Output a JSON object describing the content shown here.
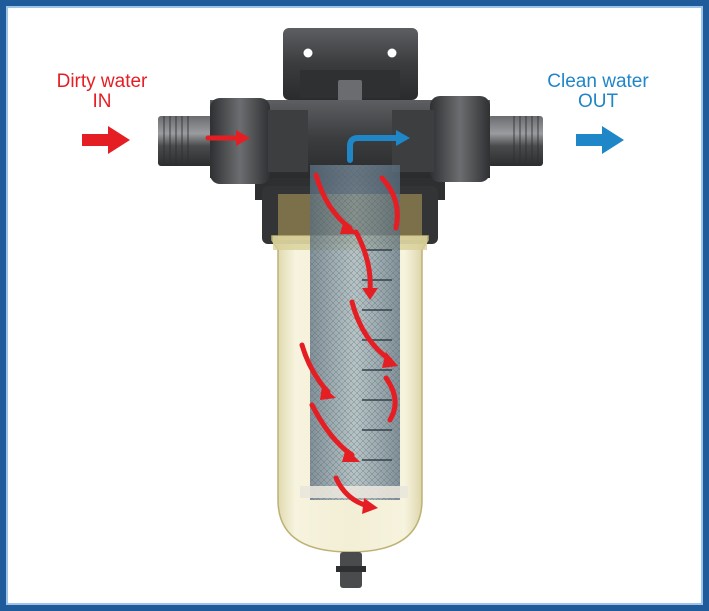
{
  "colors": {
    "dirty": "#e51e24",
    "clean": "#1f86c8",
    "border": "#1f5b9a",
    "border_inner": "#9cc3ea",
    "housing_dark": "#3a3b3d",
    "housing_mid": "#55575a",
    "bowl": "#e6dfae",
    "mesh": "#6f8aa0"
  },
  "inlet": {
    "label_line1": "Dirty water",
    "label_line2": "IN",
    "arrow_icon": "arrow-right-icon"
  },
  "outlet": {
    "label_line1": "Clean water",
    "label_line2": "OUT",
    "arrow_icon": "arrow-right-icon"
  }
}
